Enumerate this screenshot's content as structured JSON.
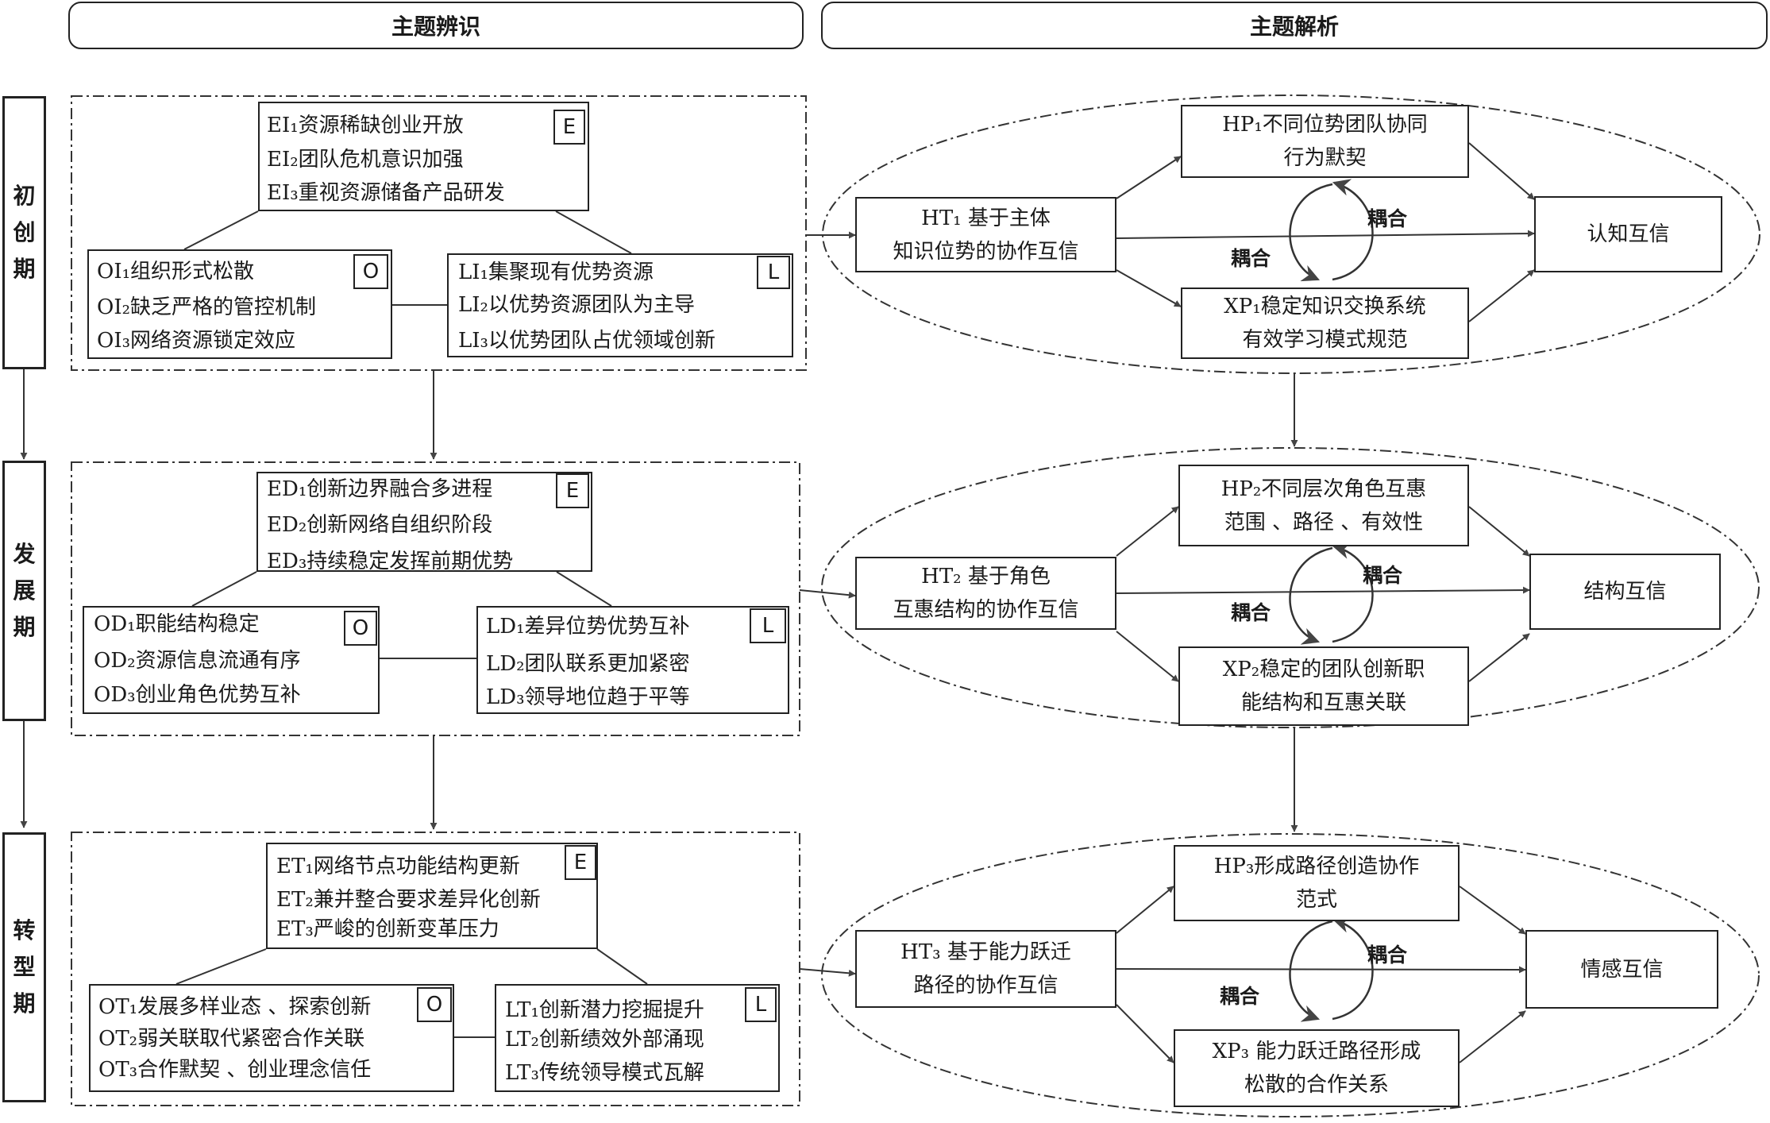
{
  "headers": {
    "left": "主题辨识",
    "right": "主题解析"
  },
  "stages": [
    {
      "chars": [
        "初",
        "创",
        "期"
      ]
    },
    {
      "chars": [
        "发",
        "展",
        "期"
      ]
    },
    {
      "chars": [
        "转",
        "型",
        "期"
      ]
    }
  ],
  "identification": [
    {
      "E": {
        "tag": "E",
        "lines": [
          "EI₁资源稀缺创业开放",
          "EI₂团队危机意识加强",
          "EI₃重视资源储备产品研发"
        ]
      },
      "O": {
        "tag": "O",
        "lines": [
          "OI₁组织形式松散",
          "OI₂缺乏严格的管控机制",
          "OI₃网络资源锁定效应"
        ]
      },
      "L": {
        "tag": "L",
        "lines": [
          "LI₁集聚现有优势资源",
          "LI₂以优势资源团队为主导",
          "LI₃以优势团队占优领域创新"
        ]
      }
    },
    {
      "E": {
        "tag": "E",
        "lines": [
          "ED₁创新边界融合多进程",
          "ED₂创新网络自组织阶段",
          "ED₃持续稳定发挥前期优势"
        ]
      },
      "O": {
        "tag": "O",
        "lines": [
          "OD₁职能结构稳定",
          "OD₂资源信息流通有序",
          "OD₃创业角色优势互补"
        ]
      },
      "L": {
        "tag": "L",
        "lines": [
          "LD₁差异位势优势互补",
          "LD₂团队联系更加紧密",
          "LD₃领导地位趋于平等"
        ]
      }
    },
    {
      "E": {
        "tag": "E",
        "lines": [
          "ET₁网络节点功能结构更新",
          "ET₂兼并整合要求差异化创新",
          "ET₃严峻的创新变革压力"
        ]
      },
      "O": {
        "tag": "O",
        "lines": [
          "OT₁发展多样业态 、探索创新",
          "OT₂弱关联取代紧密合作关联",
          "OT₃合作默契 、创业理念信任"
        ]
      },
      "L": {
        "tag": "L",
        "lines": [
          "LT₁创新潜力挖掘提升",
          "LT₂创新绩效外部涌现",
          "LT₃传统领导模式瓦解"
        ]
      }
    }
  ],
  "analysis": [
    {
      "HT": [
        "HT₁ 基于主体",
        "知识位势的协作互信"
      ],
      "HP": [
        "HP₁不同位势团队协同",
        "行为默契"
      ],
      "XP": [
        "XP₁稳定知识交换系统",
        "有效学习模式规范"
      ],
      "result": "认知互信",
      "coupling_upper": "耦合",
      "coupling_lower": "耦合"
    },
    {
      "HT": [
        "HT₂ 基于角色",
        "互惠结构的协作互信"
      ],
      "HP": [
        "HP₂不同层次角色互惠",
        "范围 、路径 、有效性"
      ],
      "XP": [
        "XP₂稳定的团队创新职",
        "能结构和互惠关联"
      ],
      "result": "结构互信",
      "coupling_upper": "耦合",
      "coupling_lower": "耦合"
    },
    {
      "HT": [
        "HT₃ 基于能力跃迁",
        "路径的协作互信"
      ],
      "HP": [
        "HP₃形成路径创造协作",
        "范式"
      ],
      "XP": [
        "XP₃ 能力跃迁路径形成",
        "松散的合作关系"
      ],
      "result": "情感互信",
      "coupling_upper": "耦合",
      "coupling_lower": "耦合"
    }
  ]
}
